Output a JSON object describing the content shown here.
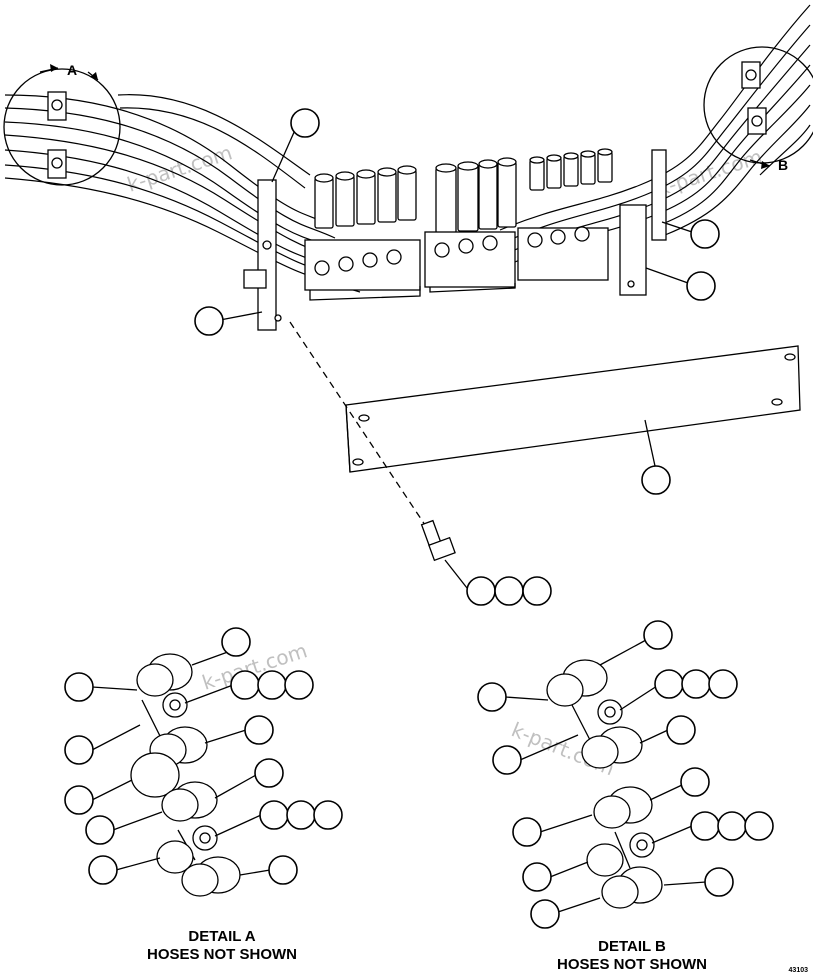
{
  "labels": {
    "detail_a_marker": "A",
    "detail_b_marker": "B",
    "detail_a_title": "DETAIL A",
    "detail_a_sub": "HOSES NOT SHOWN",
    "detail_b_title": "DETAIL B",
    "detail_b_sub": "HOSES NOT SHOWN",
    "drawing_number": "43103"
  },
  "watermark": "k-part.com",
  "colors": {
    "line": "#000000",
    "watermark": "#c0c0c0",
    "background": "#ffffff"
  }
}
